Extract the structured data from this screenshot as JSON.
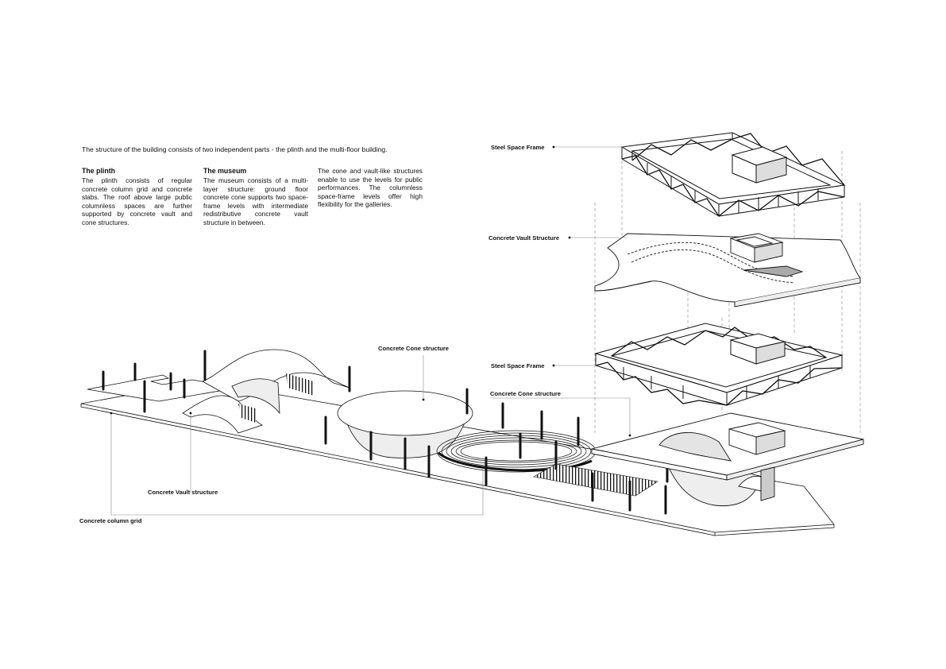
{
  "intro": "The structure of the building consists of two independent parts - the plinth and the multi-floor building.",
  "columns": [
    {
      "heading": "The plinth",
      "body": "The plinth consists of regular concrete column grid and concrete slabs. The roof above large public columnless spaces are further supported by concrete vault and cone structures."
    },
    {
      "heading": "The museum",
      "body": "The museum consists of a multi-layer structure: ground floor concrete cone supports two space-frame levels with intermediate redistributive concrete vault structure in between."
    },
    {
      "heading": "",
      "body": "The cone and vault-like structures enable to use the levels for public performances. The columnless space-frame levels offer high flexibility for the galleries."
    }
  ],
  "labels": {
    "steel_space_frame_top": "Steel Space Frame",
    "concrete_vault_structure_upper": "Concrete Vault Structure",
    "steel_space_frame_mid": "Steel Space Frame",
    "concrete_cone_structure_right": "Concrete Cone structure",
    "concrete_cone_structure_center": "Concrete Cone structure",
    "concrete_vault_structure_left": "Concrete Vault structure",
    "concrete_column_grid": "Concrete column grid"
  },
  "colors": {
    "line": "#111111",
    "leader": "#777777",
    "fill": "#ffffff",
    "shade": "#e6e6e6"
  }
}
